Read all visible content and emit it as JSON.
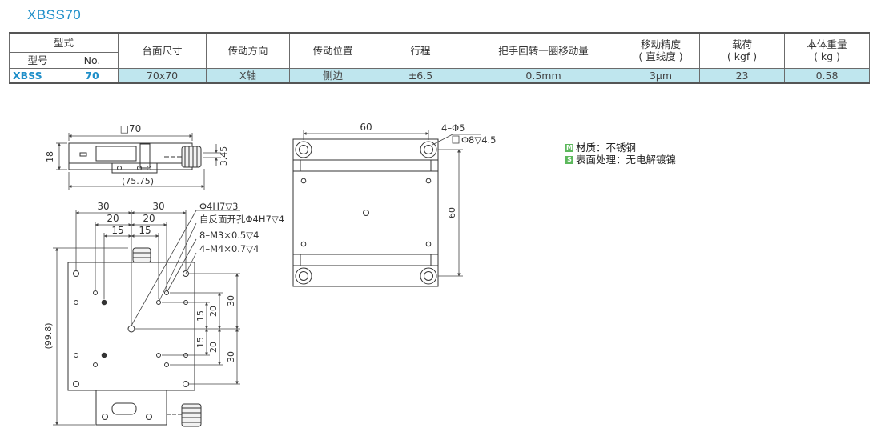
{
  "title": "XBSS70",
  "table": {
    "group_header": "型式",
    "sub_headers": [
      "型号",
      "No."
    ],
    "headers": [
      "台面尺寸",
      "传动方向",
      "传动位置",
      "行程",
      "把手回转一圈移动量"
    ],
    "accuracy_header": [
      "移动精度",
      "( 直线度 )"
    ],
    "load_header": [
      "载荷",
      "( kgf )"
    ],
    "weight_header": [
      "本体重量",
      "( kg )"
    ],
    "row": [
      "XBSS",
      "70",
      "70x70",
      "X轴",
      "侧边",
      "±6.5",
      "0.5mm",
      "3μm",
      "23",
      "0.58"
    ]
  },
  "legend": {
    "material_badge": "M",
    "material": "材质：不锈钢",
    "surface_badge": "S",
    "surface": "表面处理：无电解镀镍"
  },
  "drawing": {
    "side_width": "□70",
    "side_height": "18",
    "side_offset": "3.45",
    "side_overall": "(75.75)",
    "top_30a": "30",
    "top_30b": "30",
    "top_20a": "20",
    "top_20b": "20",
    "top_15a": "15",
    "top_15b": "15",
    "note1": "Φ4H7▽3",
    "note2": "自反面开孔Φ4H7▽4",
    "note3": "8–M3×0.5▽4",
    "note4": "4–M4×0.7▽4",
    "right_30a": "30",
    "right_20a": "20",
    "right_15a": "15",
    "right_15b": "15",
    "right_20b": "20",
    "right_30b": "30",
    "left_overall": "(99.8)",
    "bottom_60": "60",
    "bottom_holes": "4–Φ5",
    "bottom_cbore": "Φ8▽4.5",
    "bottom_60v": "60"
  }
}
